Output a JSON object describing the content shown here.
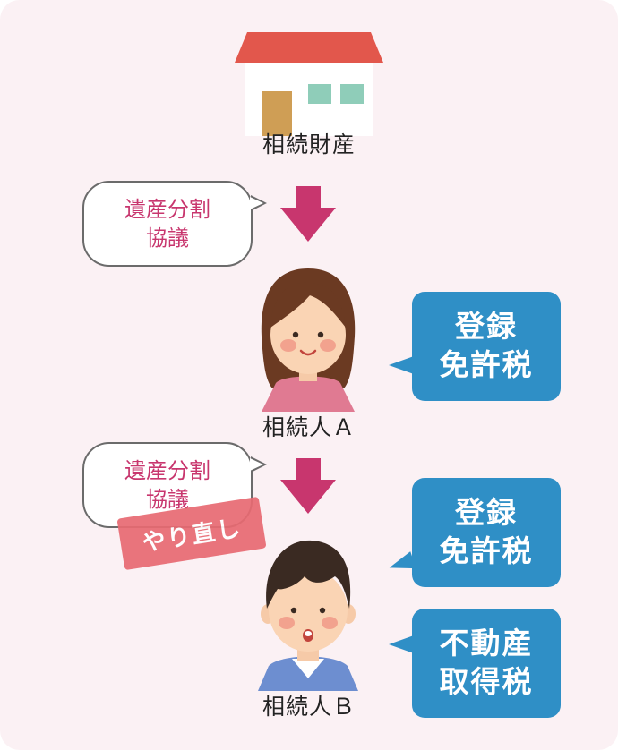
{
  "property": {
    "label": "相続財産"
  },
  "agreement_1": {
    "line1": "遺産分割",
    "line2": "協議"
  },
  "agreement_2": {
    "line1": "遺産分割",
    "line2": "協議"
  },
  "heir_a": {
    "label": "相続人Ａ"
  },
  "heir_b": {
    "label": "相続人Ｂ"
  },
  "redo_stamp": {
    "text": "やり直し"
  },
  "tax_a": {
    "line1": "登録",
    "line2": "免許税"
  },
  "tax_b1": {
    "line1": "登録",
    "line2": "免許税"
  },
  "tax_b2": {
    "line1": "不動産",
    "line2": "取得税"
  },
  "colors": {
    "background": "#fbf1f4",
    "arrow": "#c8366e",
    "tax_box": "#2f8fc6",
    "agreement_text": "#c8366e",
    "stamp": "#e86a72"
  }
}
